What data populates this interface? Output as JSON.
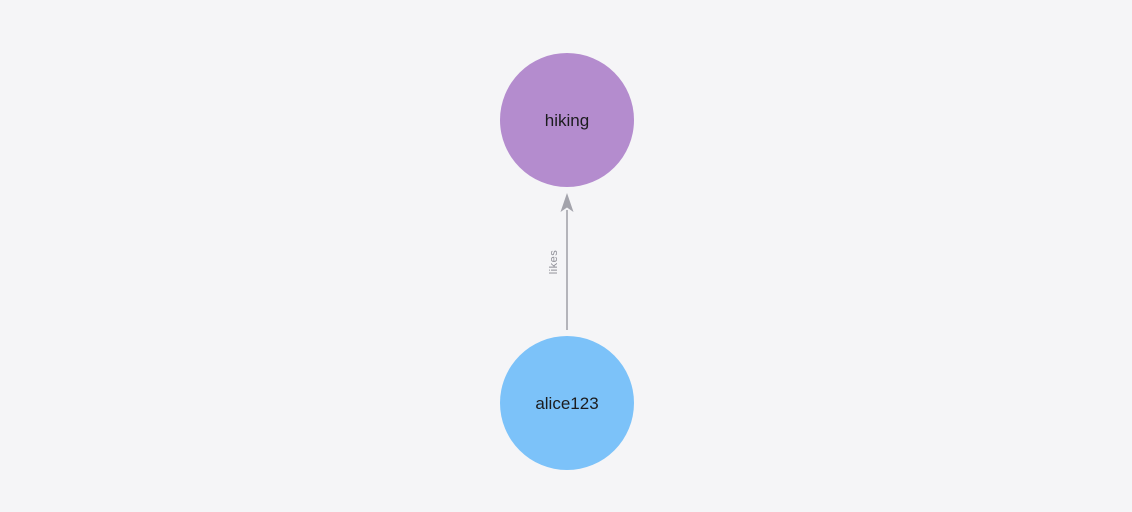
{
  "canvas": {
    "background": "#f5f5f7"
  },
  "graph": {
    "nodes": [
      {
        "label": "hiking",
        "color": "#b48cce",
        "text_color": "#1c1c1e"
      },
      {
        "label": "alice123",
        "color": "#7cc2f9",
        "text_color": "#1c1c1e"
      }
    ],
    "edges": [
      {
        "label": "likes",
        "from": "alice123",
        "to": "hiking",
        "color": "#a3a3ab"
      }
    ]
  }
}
